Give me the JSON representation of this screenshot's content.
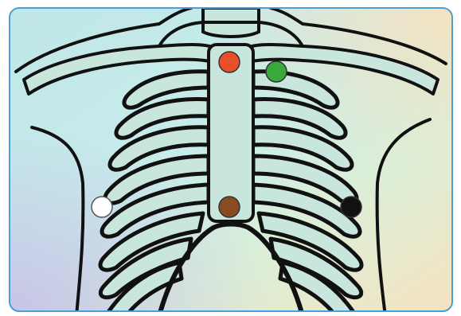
{
  "diagram": {
    "colors": {
      "frame_border": "#4a9fd4",
      "bone_fill": "#c9e6dc",
      "outline": "#111111",
      "bg_top_left": "#bfe6e8",
      "bg_top_right": "#f5e2c0",
      "bg_bottom_left": "#c7c0e6",
      "bg_bottom_right": "#d6ecd0"
    },
    "electrodes": [
      {
        "name": "electrode-red",
        "color": "#e8502a"
      },
      {
        "name": "electrode-green",
        "color": "#3aa83c"
      },
      {
        "name": "electrode-brown",
        "color": "#8a4a22"
      },
      {
        "name": "electrode-white",
        "color": "#ffffff"
      },
      {
        "name": "electrode-black",
        "color": "#111111"
      }
    ]
  }
}
